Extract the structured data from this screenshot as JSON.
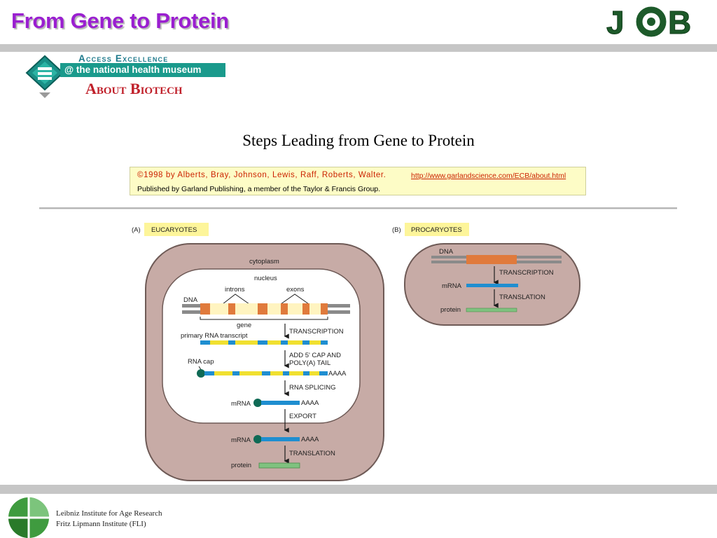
{
  "slide": {
    "title": "From Gene to Protein",
    "logo_text": "JCB"
  },
  "banner": {
    "line1": "Access Excellence",
    "line2": "@ the national health museum",
    "line3": "About Biotech"
  },
  "figure": {
    "title": "Steps Leading from Gene to Protein",
    "credit_line1": "©1998 by Alberts, Bray, Johnson, Lewis, Raff, Roberts, Walter.",
    "credit_url": "http://www.garlandscience.com/ECB/about.html",
    "credit_line2": "Published by Garland Publishing, a member of the Taylor & Francis Group."
  },
  "panel_a": {
    "letter": "(A)",
    "heading": "EUCARYOTES",
    "cytoplasm": "cytoplasm",
    "nucleus": "nucleus",
    "introns": "introns",
    "exons": "exons",
    "dna": "DNA",
    "gene": "gene",
    "primary_transcript": "primary RNA transcript",
    "transcription": "TRANSCRIPTION",
    "cap_step_1": "ADD 5' CAP AND",
    "cap_step_2": "POLY(A) TAIL",
    "rna_cap": "RNA cap",
    "polya": "AAAA",
    "splicing": "RNA SPLICING",
    "mrna": "mRNA",
    "export": "EXPORT",
    "translation": "TRANSLATION",
    "protein": "protein"
  },
  "panel_b": {
    "letter": "(B)",
    "heading": "PROCARYOTES",
    "dna": "DNA",
    "transcription": "TRANSCRIPTION",
    "mrna": "mRNA",
    "translation": "TRANSLATION",
    "protein": "protein"
  },
  "footer": {
    "line1": "Leibniz Institute for Age Research",
    "line2": "Fritz Lipmann Institute (FLI)"
  },
  "colors": {
    "title": "#9a1fd0",
    "cell": "#c7aba6",
    "nucleus": "#ffffff",
    "exon": "#e07a3c",
    "mrna": "#1f8ed0",
    "rna_yellow": "#f0e030",
    "protein": "#7fc27f",
    "label_bg": "#fdf59a"
  }
}
